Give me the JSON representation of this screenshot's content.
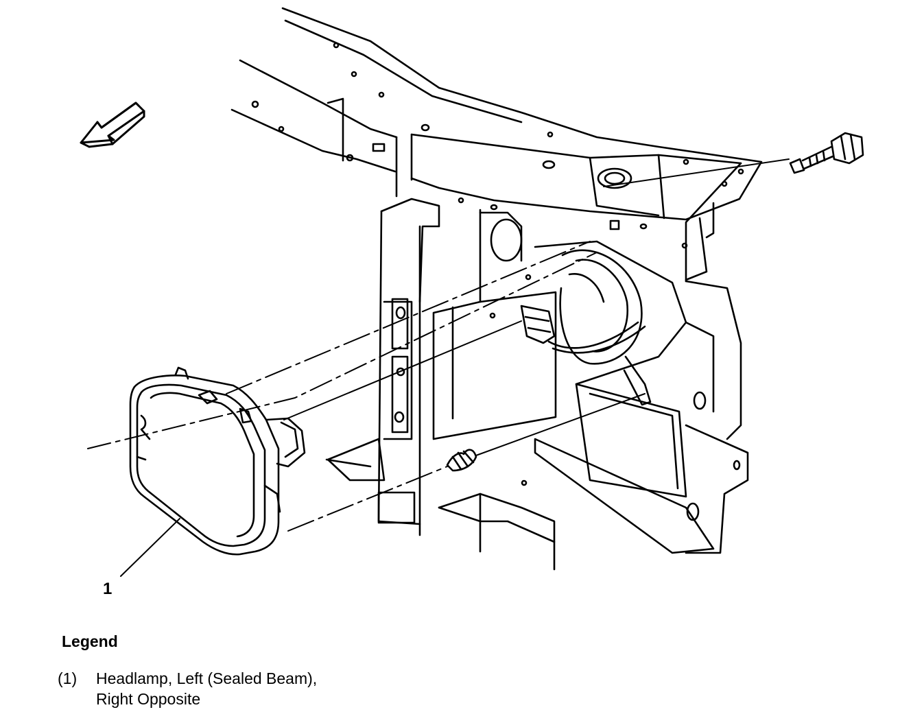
{
  "callout": {
    "label": "1"
  },
  "legend": {
    "title": "Legend",
    "items": [
      {
        "number": "(1)",
        "line1": "Headlamp, Left (Sealed Beam),",
        "line2": "Right Opposite"
      }
    ]
  }
}
